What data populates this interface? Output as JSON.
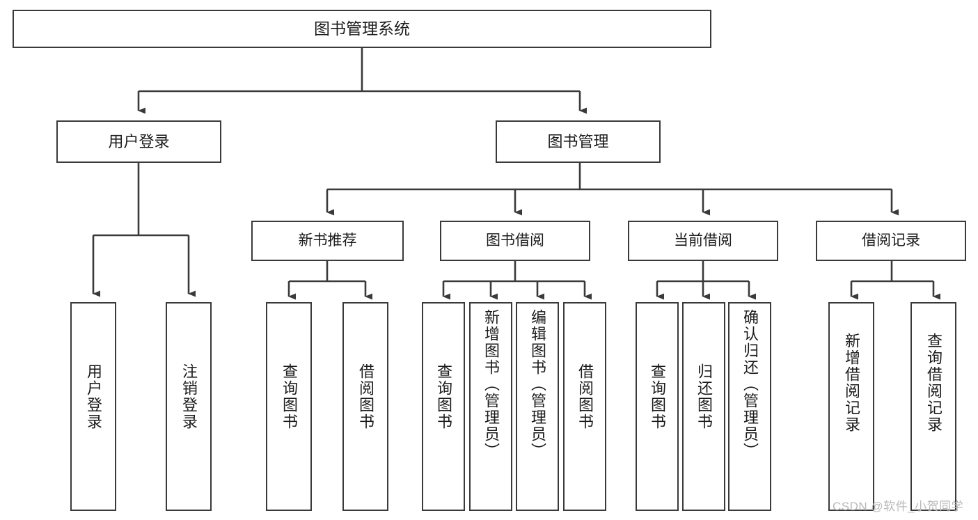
{
  "diagram": {
    "type": "tree",
    "title": "图书管理系统",
    "watermark": "CSDN @软件_小贺同学",
    "colors": {
      "stroke": "#3a3a3a",
      "fill": "#ffffff",
      "text": "#1b1b1b",
      "watermark": "#b9b9b9"
    },
    "nodes": {
      "root": {
        "label": "图书管理系统"
      },
      "level1": [
        {
          "id": "user-login",
          "label": "用户登录"
        },
        {
          "id": "book-management",
          "label": "图书管理"
        }
      ],
      "level2": [
        {
          "id": "new-book-recommend",
          "label": "新书推荐"
        },
        {
          "id": "book-borrow",
          "label": "图书借阅"
        },
        {
          "id": "current-borrow",
          "label": "当前借阅"
        },
        {
          "id": "borrow-record",
          "label": "借阅记录"
        }
      ],
      "leaves": {
        "user_login": [
          {
            "id": "leaf-user-login",
            "label": "用户登录"
          },
          {
            "id": "leaf-logout",
            "label": "注销登录"
          }
        ],
        "new_book_recommend": [
          {
            "id": "leaf-query-book-1",
            "label": "查询图书"
          },
          {
            "id": "leaf-borrow-book-1",
            "label": "借阅图书"
          }
        ],
        "book_borrow": [
          {
            "id": "leaf-query-book-2",
            "label": "查询图书"
          },
          {
            "id": "leaf-add-book",
            "label": "新增图书（管理员）"
          },
          {
            "id": "leaf-edit-book",
            "label": "编辑图书（管理员）"
          },
          {
            "id": "leaf-borrow-book-2",
            "label": "借阅图书"
          }
        ],
        "current_borrow": [
          {
            "id": "leaf-query-book-3",
            "label": "查询图书"
          },
          {
            "id": "leaf-return-book",
            "label": "归还图书"
          },
          {
            "id": "leaf-confirm-return",
            "label": "确认归还（管理员）"
          }
        ],
        "borrow_record": [
          {
            "id": "leaf-add-record",
            "label": "新增借阅记录"
          },
          {
            "id": "leaf-query-record",
            "label": "查询借阅记录"
          }
        ]
      }
    }
  }
}
